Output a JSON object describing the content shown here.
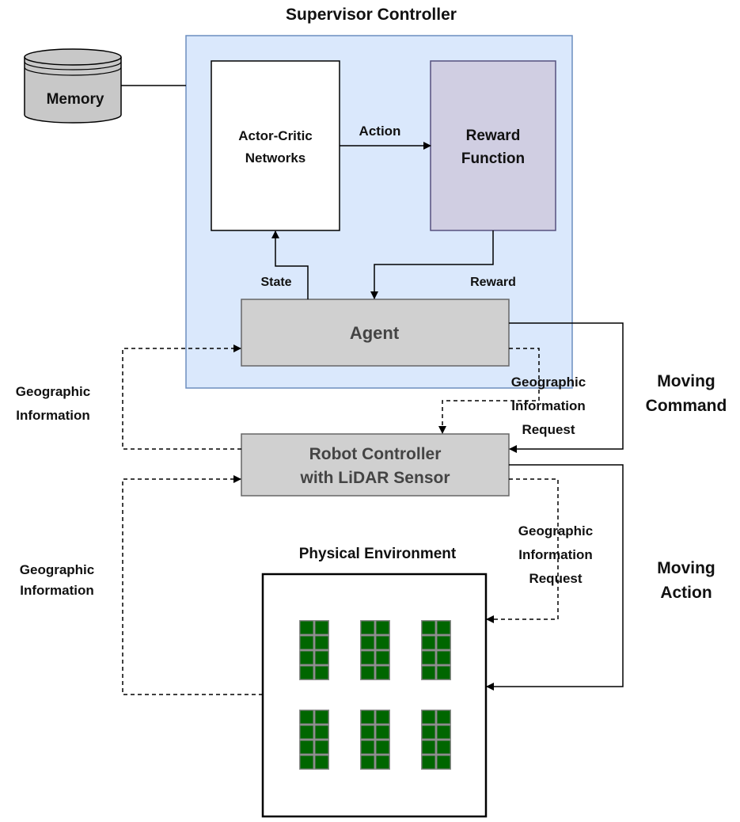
{
  "diagram": {
    "title": "Supervisor Controller",
    "memory": {
      "label": "Memory"
    },
    "actor_critic": {
      "line1": "Actor-Critic",
      "line2": "Networks"
    },
    "reward_function": {
      "line1": "Reward",
      "line2": "Function"
    },
    "agent": {
      "label": "Agent"
    },
    "robot_controller": {
      "line1": "Robot Controller",
      "line2": "with LiDAR Sensor"
    },
    "physical_environment": {
      "title": "Physical Environment"
    },
    "edges": {
      "action": "Action",
      "state": "State",
      "reward": "Reward",
      "geo_info_upper": {
        "line1": "Geographic",
        "line2": "Information"
      },
      "geo_info_lower": {
        "line1": "Geographic",
        "line2": "Information"
      },
      "geo_request_upper": {
        "line1": "Geographic",
        "line2": "Information",
        "line3": "Request"
      },
      "geo_request_lower": {
        "line1": "Geographic",
        "line2": "Information",
        "line3": "Request"
      },
      "moving_command": {
        "line1": "Moving",
        "line2": "Command"
      },
      "moving_action": {
        "line1": "Moving",
        "line2": "Action"
      }
    },
    "colors": {
      "supervisor_fill": "#dae8fc",
      "supervisor_stroke": "#6c8ebf",
      "reward_fill": "#d0cee2",
      "reward_stroke": "#56517e",
      "gray_box": "#d0d0d0",
      "shelf_green": "#006600"
    }
  }
}
